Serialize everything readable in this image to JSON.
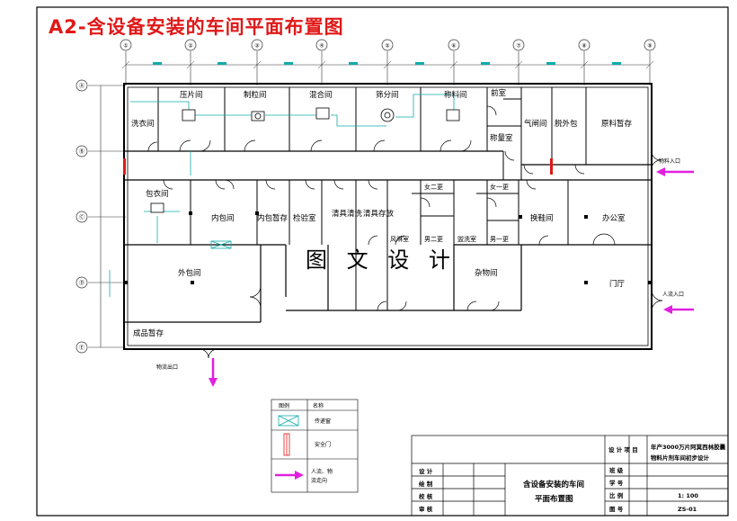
{
  "title": "A2-含设备安装的车间平面布置图",
  "axes": {
    "columns": [
      "①",
      "②",
      "③",
      "④",
      "⑤",
      "⑥",
      "⑦",
      "⑧",
      "⑨"
    ],
    "rows": [
      "Ⓐ",
      "Ⓑ",
      "Ⓒ",
      "Ⓓ",
      "Ⓔ"
    ]
  },
  "rooms": {
    "wash": "洗衣间",
    "press": "压片间",
    "pelletize": "制粒间",
    "mix": "混合间",
    "sieve": "筛分间",
    "weigh": "称料间",
    "front": "前室",
    "weighroom": "称量室",
    "airlock": "气闸间",
    "unpack": "脱外包",
    "rawstore": "原料暂存",
    "coat": "包衣间",
    "innerpack": "内包间",
    "innerstore": "内包暂存",
    "inspect": "检验室",
    "toolwash": "清具清洗",
    "toolstore": "清具存放",
    "airshower": "风淋室",
    "f2": "女二更",
    "m2": "男二更",
    "f1": "女一更",
    "washroom": "盥洗室",
    "m1": "男一更",
    "shoes": "换鞋间",
    "office": "办公室",
    "outerpack": "外包间",
    "sundry": "杂物间",
    "hall": "门厅",
    "finished": "成品暂存"
  },
  "flows": {
    "material_in": "物料入口",
    "people_in": "人流入口",
    "material_out": "物流出口"
  },
  "watermark": "图 文 设 计",
  "legend": {
    "header_symbol": "图例",
    "header_name": "名称",
    "item1": "传递窗",
    "item2": "安全门",
    "item3_a": "人流、物",
    "item3_b": "流走向"
  },
  "title_block": {
    "design": "设 计",
    "draw": "绘 制",
    "check": "校 核",
    "audit": "审 核",
    "drawing_name_1": "含设备安装的车间",
    "drawing_name_2": "平面布置图",
    "project_label": "设 计 项 目",
    "project_1": "年产3000万片阿莫西林胶囊",
    "project_2": "物料片剂车间初步设计",
    "class_label": "班 级",
    "id_label": "学 号",
    "scale_label": "比 例",
    "scale_value": "1: 100",
    "sheet_label": "图 号",
    "sheet_value": "ZS-01"
  }
}
